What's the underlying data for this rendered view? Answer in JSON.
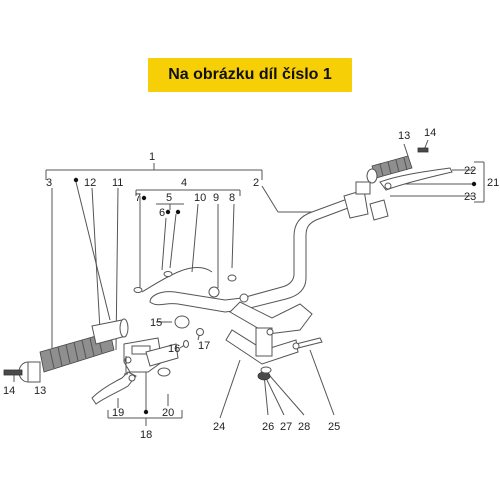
{
  "banner": {
    "text": "Na obrázku díl číslo 1"
  },
  "callouts": {
    "c1": "1",
    "c2": "2",
    "c3": "3",
    "c4": "4",
    "c5": "5",
    "c6": "6",
    "c7": "7",
    "c8": "8",
    "c9": "9",
    "c10": "10",
    "c11": "11",
    "c12": "12",
    "c13a": "13",
    "c13b": "13",
    "c14a": "14",
    "c14b": "14",
    "c15": "15",
    "c16": "16",
    "c17": "17",
    "c18": "18",
    "c19": "19",
    "c20": "20",
    "c21": "21",
    "c22": "22",
    "c23": "23",
    "c24": "24",
    "c25": "25",
    "c26": "26",
    "c27": "27",
    "c28": "28"
  }
}
